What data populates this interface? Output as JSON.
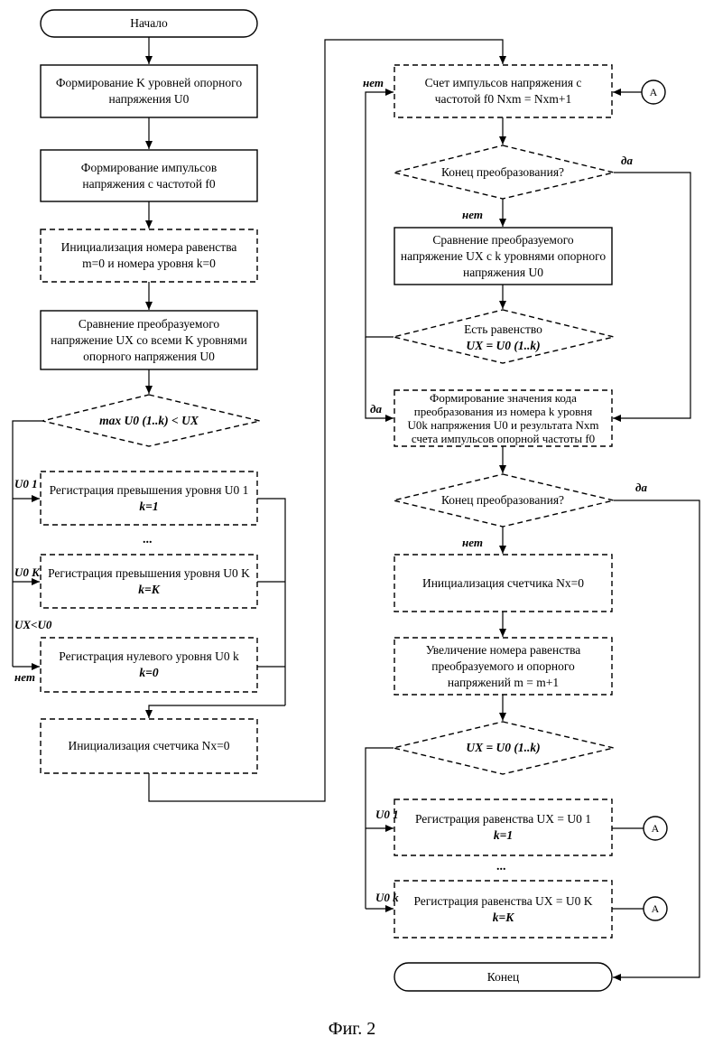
{
  "figure_caption": "Фиг. 2",
  "left": {
    "start": "Начало",
    "form_k_levels": [
      "Формирование K уровней опорного",
      "напряжения U0"
    ],
    "form_pulses": [
      "Формирование импульсов",
      "напряжения с частотой f0"
    ],
    "init_eq": [
      "Инициализация номера равенства",
      "m=0 и номера уровня k=0"
    ],
    "compare_all": [
      "Сравнение преобразуемого",
      "напряжение UX со всеми K уровнями",
      "опорного напряжения U0"
    ],
    "decision_max": "max U0 (1..k) < UX",
    "reg_exceed_1": [
      "Регистрация превышения уровня U0 1",
      "k=1"
    ],
    "dots": "...",
    "reg_exceed_k": [
      "Регистрация превышения уровня U0 K",
      "k=K"
    ],
    "reg_zero": [
      "Регистрация нулевого уровня U0 k",
      "k=0"
    ],
    "init_counter": "Инициализация счетчика Nx=0",
    "labels": {
      "u01": "U0 1",
      "u0k": "U0 K",
      "ux_lt": "UX<U0",
      "net": "нет"
    }
  },
  "right": {
    "count_pulses": [
      "Счет импульсов напряжения с",
      "частотой f0 Nxm = Nxm+1"
    ],
    "end_conv_1": "Конец преобразования?",
    "compare_k": [
      "Сравнение преобразуемого",
      "напряжение UX с k уровнями опорного",
      "напряжения U0"
    ],
    "eq_exists": [
      "Есть равенство",
      "UX = U0 (1..k)"
    ],
    "form_code": [
      "Формирование значения кода",
      "преобразования из номера k уровня",
      "U0k напряжения U0 и результата Nxm",
      "счета импульсов опорной частоты f0"
    ],
    "end_conv_2": "Конец преобразования?",
    "init_counter": "Инициализация счетчика Nx=0",
    "increment": [
      "Увеличение номера равенства",
      "преобразуемого и опорного",
      "напряжений m = m+1"
    ],
    "decision_eq": "UX = U0 (1..k)",
    "reg_eq_1": [
      "Регистрация равенства UX = U0 1",
      "k=1"
    ],
    "dots": "...",
    "reg_eq_k": [
      "Регистрация равенства UX = U0 K",
      "k=K"
    ],
    "end": "Конец",
    "connector": "A",
    "labels": {
      "net": "нет",
      "da": "да",
      "u01": "U0 1",
      "u0k": "U0 k"
    }
  }
}
